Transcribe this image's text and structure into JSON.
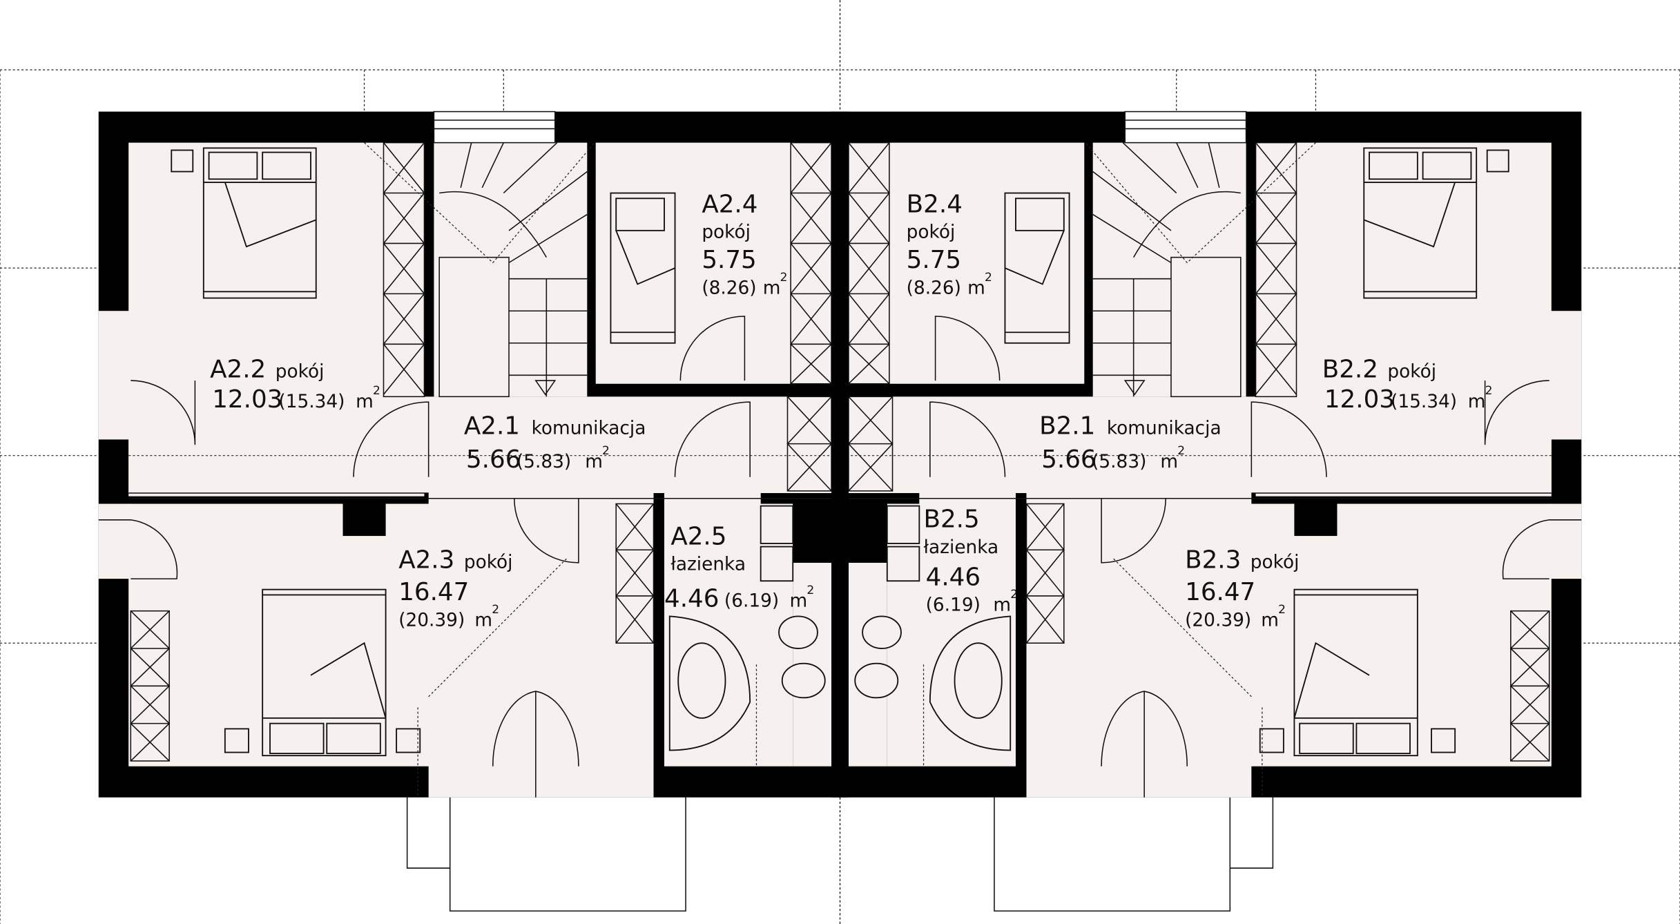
{
  "colors": {
    "wall": "#000000",
    "floor": "#f6f1ee",
    "line": "#111111"
  },
  "units": {
    "m": "m",
    "sq": "2"
  },
  "rooms": {
    "a21": {
      "code": "A2.1",
      "name": "komunikacja",
      "area": "5.66",
      "gross": "(5.83)"
    },
    "a22": {
      "code": "A2.2",
      "name": "pokój",
      "area": "12.03",
      "gross": "(15.34)"
    },
    "a23": {
      "code": "A2.3",
      "name": "pokój",
      "area": "16.47",
      "gross": "(20.39)"
    },
    "a24": {
      "code": "A2.4",
      "name": "pokój",
      "area": "5.75",
      "gross": "(8.26)"
    },
    "a25": {
      "code": "A2.5",
      "name": "łazienka",
      "area": "4.46",
      "gross": "(6.19)"
    },
    "b21": {
      "code": "B2.1",
      "name": "komunikacja",
      "area": "5.66",
      "gross": "(5.83)"
    },
    "b22": {
      "code": "B2.2",
      "name": "pokój",
      "area": "12.03",
      "gross": "(15.34)"
    },
    "b23": {
      "code": "B2.3",
      "name": "pokój",
      "area": "16.47",
      "gross": "(20.39)"
    },
    "b24": {
      "code": "B2.4",
      "name": "pokój",
      "area": "5.75",
      "gross": "(8.26)"
    },
    "b25": {
      "code": "B2.5",
      "name": "łazienka",
      "area": "4.46",
      "gross": "(6.19)"
    }
  }
}
